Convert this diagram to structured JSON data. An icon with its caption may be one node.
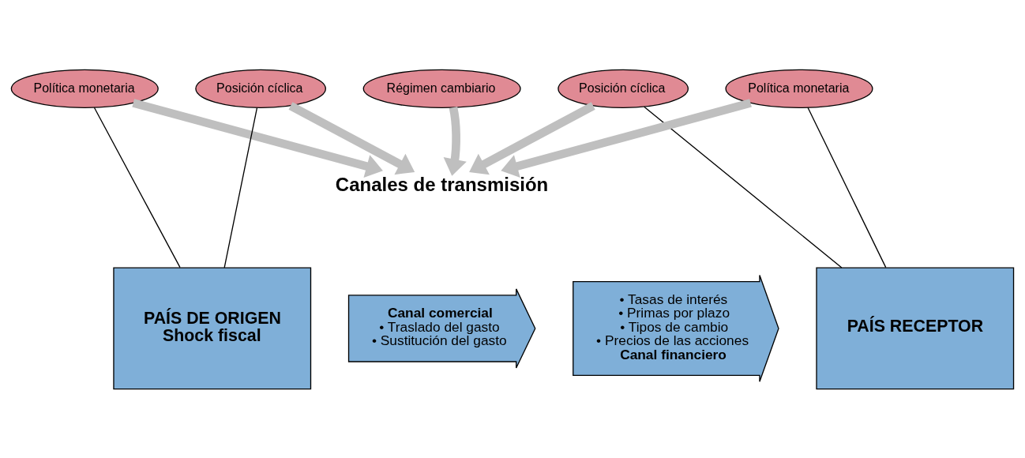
{
  "diagram": {
    "nodes": [
      {
        "text": [
          "Política monetaria"
        ]
      },
      {
        "text": [
          "Posición cíclica"
        ]
      },
      {
        "text": [
          "Régimen cambiario"
        ]
      },
      {
        "text": [
          "Posición cíclica"
        ]
      },
      {
        "text": [
          "Política monetaria"
        ]
      },
      {
        "text": [
          "Canales de transmisión"
        ]
      },
      {
        "text": [
          "PAÍS DE ORIGEN",
          "Shock fiscal"
        ]
      },
      {
        "text": [
          "Canal comercial",
          "• Traslado del gasto",
          "• Sustitución del gasto"
        ]
      },
      {
        "text": [
          "• Tasas de interés",
          "• Primas por plazo",
          "• Tipos de cambio",
          "• Precios de las acciones",
          "Canal financiero"
        ]
      },
      {
        "text": [
          "PAÍS RECEPTOR"
        ]
      }
    ],
    "edges": [
      {
        "from": 0,
        "to": 5,
        "arrow": "to"
      },
      {
        "from": 1,
        "to": 5,
        "arrow": "to"
      },
      {
        "from": 2,
        "to": 5,
        "arrow": "to"
      },
      {
        "from": 3,
        "to": 5,
        "arrow": "to"
      },
      {
        "from": 4,
        "to": 5,
        "arrow": "to"
      },
      {
        "from": 0,
        "to": 6,
        "arrow": "none",
        "color": "#000000"
      },
      {
        "from": 1,
        "to": 6,
        "arrow": "none",
        "color": "#000000"
      },
      {
        "from": 3,
        "to": 9,
        "arrow": "none",
        "color": "#000000"
      },
      {
        "from": 4,
        "to": 9,
        "arrow": "none",
        "color": "#000000"
      }
    ]
  }
}
